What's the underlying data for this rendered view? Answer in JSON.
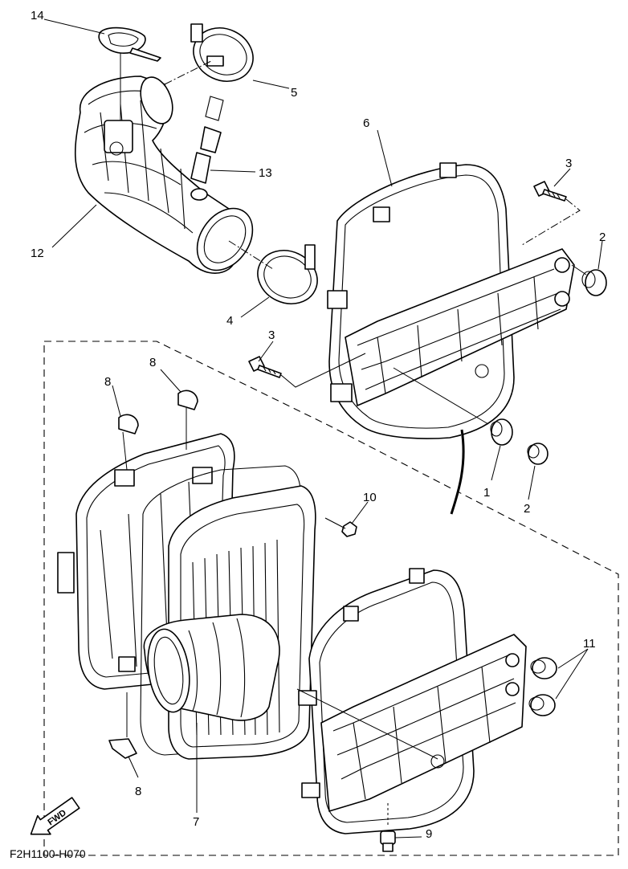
{
  "diagram": {
    "code": "F2H1100-H070",
    "fwd_label": "FWD",
    "callouts": {
      "c1": "1",
      "c2a": "2",
      "c2b": "2",
      "c3a": "3",
      "c3b": "3",
      "c4": "4",
      "c5": "5",
      "c6": "6",
      "c7": "7",
      "c8a": "8",
      "c8b": "8",
      "c8c": "8",
      "c9": "9",
      "c10": "10",
      "c11": "11",
      "c12": "12",
      "c13": "13",
      "c14": "14"
    }
  }
}
